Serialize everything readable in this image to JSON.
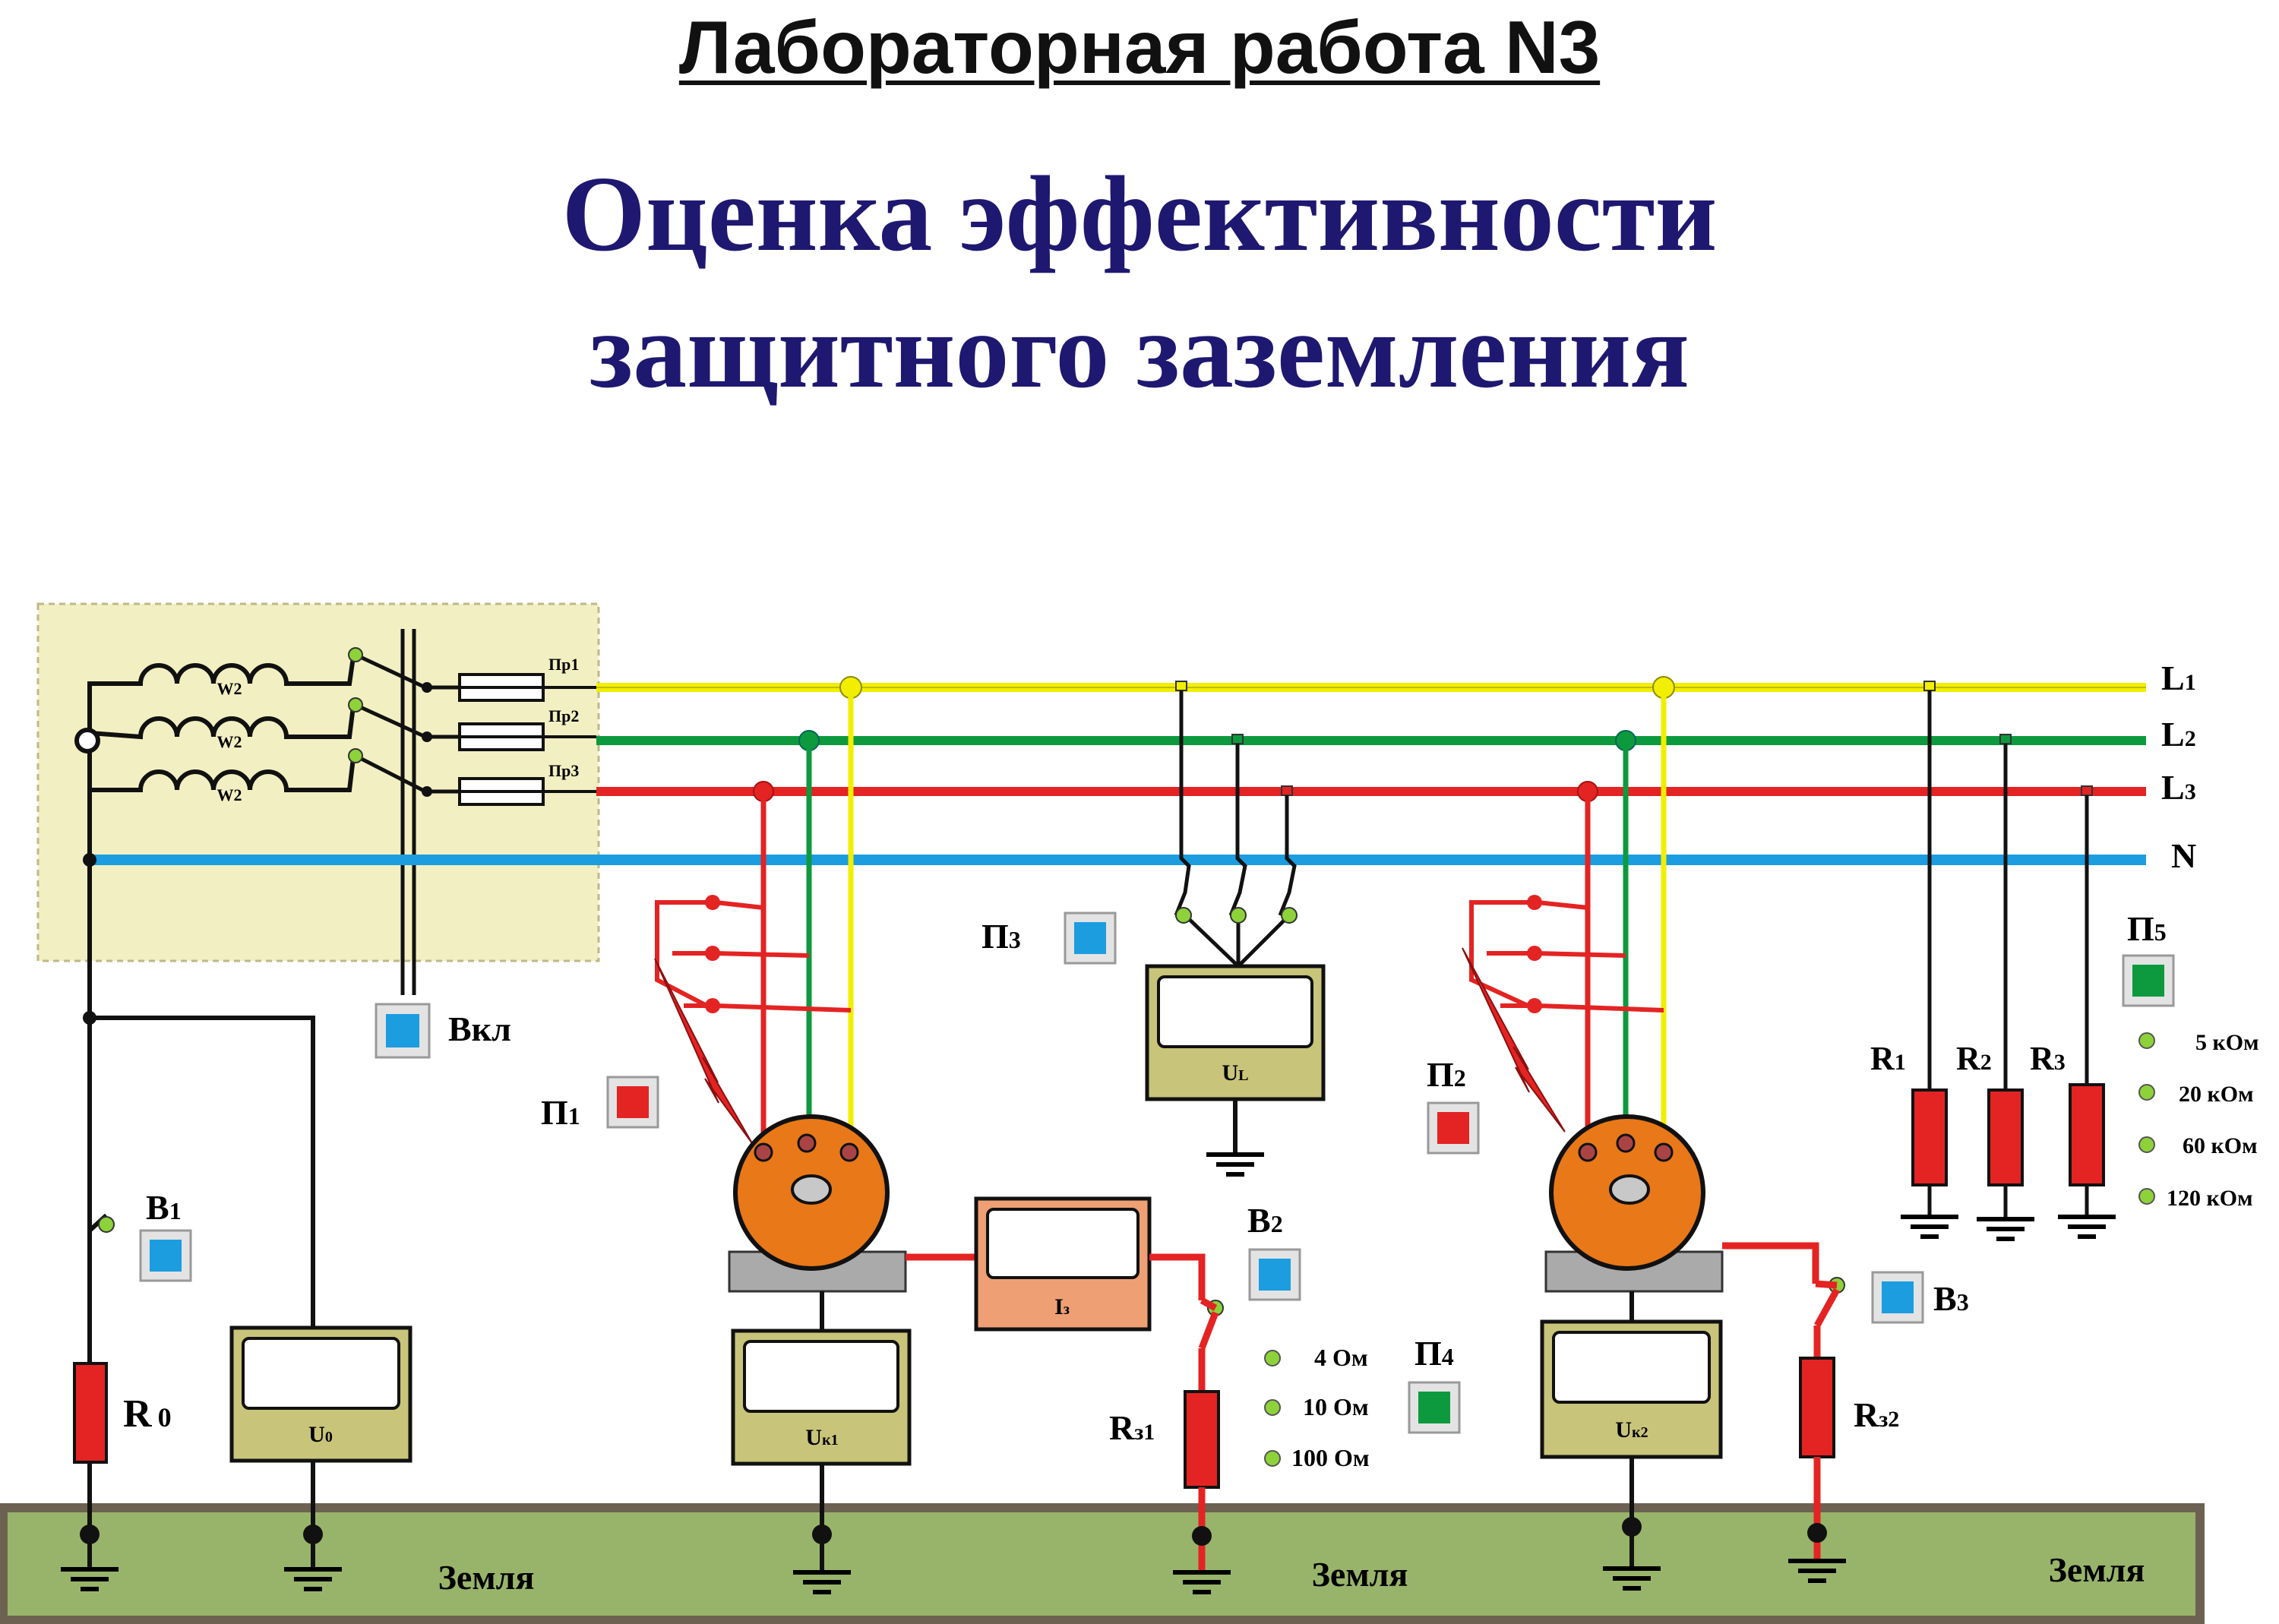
{
  "header": {
    "lab": "Лабораторная работа N3",
    "title_line1": "Оценка эффективности",
    "title_line2": "защитного заземления"
  },
  "bus": {
    "l1": "L",
    "l1_sub": "1",
    "l2": "L",
    "l2_sub": "2",
    "l3": "L",
    "l3_sub": "3",
    "n": "N"
  },
  "transformer": {
    "winding": "W2",
    "fuse1": "Пр1",
    "fuse2": "Пр2",
    "fuse3": "Пр3"
  },
  "switches": {
    "vkl": "Вкл",
    "b1": "B",
    "b1_sub": "1",
    "b2": "B",
    "b2_sub": "2",
    "b3": "B",
    "b3_sub": "3"
  },
  "panels": {
    "p1": "П",
    "p1_sub": "1",
    "p2": "П",
    "p2_sub": "2",
    "p3": "П",
    "p3_sub": "3",
    "p4": "П",
    "p4_sub": "4",
    "p5": "П",
    "p5_sub": "5"
  },
  "meters": {
    "u0": "U",
    "u0_sub": "0",
    "uk1": "U",
    "uk1_sub": "к1",
    "uk2": "U",
    "uk2_sub": "к2",
    "ul": "U",
    "ul_sub": "L",
    "iz": "I",
    "iz_sub": "з"
  },
  "resistors": {
    "r0": "R",
    "r0_sub": "0",
    "rz1": "R",
    "rz1_sub": "з1",
    "rz2": "R",
    "rz2_sub": "з2",
    "r1": "R",
    "r1_sub": "1",
    "r2": "R",
    "r2_sub": "2",
    "r3": "R",
    "r3_sub": "3"
  },
  "options_rz": [
    "4 Ом",
    "10 Ом",
    "100 Ом"
  ],
  "options_r": [
    "5 кОм",
    "20 кОм",
    "60 кОм",
    "120 кОм"
  ],
  "ground": {
    "label1": "Земля",
    "label2": "Земля",
    "label3": "Земля"
  },
  "colors": {
    "l1": "#f2ee00",
    "l2": "#0d9a3e",
    "l3": "#e42323",
    "n": "#1b9de0",
    "title": "#1f1870",
    "ground": "#98b46a",
    "ground_border": "#6d6152",
    "motor": "#e87818",
    "meter": "#c8c47a",
    "iz_meter": "#eea074",
    "transformer_box": "#f2f0c2",
    "panel_blue": "#1b9de0",
    "panel_red": "#e42323",
    "panel_green": "#0d9a3e"
  }
}
